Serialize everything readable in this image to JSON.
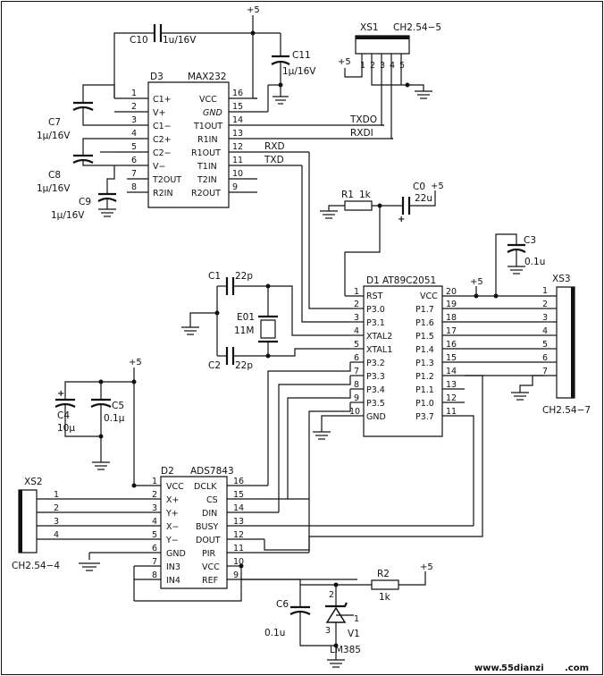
{
  "supply_label": "+5",
  "watermark": {
    "prefix": "www.",
    "brand": "55dianzi",
    "suffix": ".com"
  },
  "components": {
    "D3": {
      "ref": "D3",
      "part": "MAX232",
      "left_pins": [
        {
          "num": "1",
          "name": "C1+"
        },
        {
          "num": "2",
          "name": "V+"
        },
        {
          "num": "3",
          "name": "C1−"
        },
        {
          "num": "4",
          "name": "C2+"
        },
        {
          "num": "5",
          "name": "C2−"
        },
        {
          "num": "6",
          "name": "V−"
        },
        {
          "num": "7",
          "name": "T2OUT"
        },
        {
          "num": "8",
          "name": "R2IN"
        }
      ],
      "right_pins": [
        {
          "num": "16",
          "name": "VCC"
        },
        {
          "num": "15",
          "name": "GND"
        },
        {
          "num": "14",
          "name": "T1OUT"
        },
        {
          "num": "13",
          "name": "R1IN"
        },
        {
          "num": "12",
          "name": "R1OUT"
        },
        {
          "num": "11",
          "name": "T1IN"
        },
        {
          "num": "10",
          "name": "T2IN"
        },
        {
          "num": "9",
          "name": "R2OUT"
        }
      ]
    },
    "D1": {
      "ref": "D1",
      "part": "AT89C2051",
      "left_pins": [
        {
          "num": "1",
          "name": "RST"
        },
        {
          "num": "2",
          "name": "P3.0"
        },
        {
          "num": "3",
          "name": "P3.1"
        },
        {
          "num": "4",
          "name": "XTAL2"
        },
        {
          "num": "5",
          "name": "XTAL1"
        },
        {
          "num": "6",
          "name": "P3.2"
        },
        {
          "num": "7",
          "name": "P3.3"
        },
        {
          "num": "8",
          "name": "P3.4"
        },
        {
          "num": "9",
          "name": "P3.5"
        },
        {
          "num": "10",
          "name": "GND"
        }
      ],
      "right_pins": [
        {
          "num": "20",
          "name": "VCC"
        },
        {
          "num": "19",
          "name": "P1.7"
        },
        {
          "num": "18",
          "name": "P1.6"
        },
        {
          "num": "17",
          "name": "P1.5"
        },
        {
          "num": "16",
          "name": "P1.4"
        },
        {
          "num": "15",
          "name": "P1.3"
        },
        {
          "num": "14",
          "name": "P1.2"
        },
        {
          "num": "13",
          "name": "P1.1"
        },
        {
          "num": "12",
          "name": "P1.0"
        },
        {
          "num": "11",
          "name": "P3.7"
        }
      ]
    },
    "D2": {
      "ref": "D2",
      "part": "ADS7843",
      "left_pins": [
        {
          "num": "1",
          "name": "VCC"
        },
        {
          "num": "2",
          "name": "X+"
        },
        {
          "num": "3",
          "name": "Y+"
        },
        {
          "num": "4",
          "name": "X−"
        },
        {
          "num": "5",
          "name": "Y−"
        },
        {
          "num": "6",
          "name": "GND"
        },
        {
          "num": "7",
          "name": "IN3"
        },
        {
          "num": "8",
          "name": "IN4"
        }
      ],
      "right_pins": [
        {
          "num": "16",
          "name": "DCLK"
        },
        {
          "num": "15",
          "name": "CS"
        },
        {
          "num": "14",
          "name": "DIN"
        },
        {
          "num": "13",
          "name": "BUSY"
        },
        {
          "num": "12",
          "name": "DOUT"
        },
        {
          "num": "11",
          "name": "PIR"
        },
        {
          "num": "10",
          "name": "VCC"
        },
        {
          "num": "9",
          "name": "REF"
        }
      ]
    },
    "XS1": {
      "ref": "XS1",
      "part": "CH2.54−5",
      "pins": [
        "1",
        "2",
        "3",
        "4",
        "5"
      ]
    },
    "XS2": {
      "ref": "XS2",
      "part": "CH2.54−4",
      "pins": [
        "1",
        "2",
        "3",
        "4"
      ]
    },
    "XS3": {
      "ref": "XS3",
      "part": "CH2.54−7",
      "pins": [
        "1",
        "2",
        "3",
        "4",
        "5",
        "6",
        "7"
      ]
    },
    "C10": {
      "ref": "C10",
      "value": "1u/16V"
    },
    "C11": {
      "ref": "C11",
      "value": "1μ/16V"
    },
    "C7": {
      "ref": "C7",
      "value": "1μ/16V"
    },
    "C8": {
      "ref": "C8",
      "value": "1μ/16V"
    },
    "C9": {
      "ref": "C9",
      "value": "1μ/16V"
    },
    "R1": {
      "ref": "R1",
      "value": "1k"
    },
    "C0": {
      "ref": "C0",
      "value": "22u"
    },
    "C3": {
      "ref": "C3",
      "value": "0.1u"
    },
    "C1": {
      "ref": "C1",
      "value": "22p"
    },
    "C2": {
      "ref": "C2",
      "value": "22p"
    },
    "E01": {
      "ref": "E01",
      "value": "11M"
    },
    "C4": {
      "ref": "C4",
      "value": "10μ"
    },
    "C5": {
      "ref": "C5",
      "value": "0.1μ"
    },
    "C6": {
      "ref": "C6",
      "value": "0.1u"
    },
    "R2": {
      "ref": "R2",
      "value": "1k"
    },
    "V1": {
      "ref": "V1",
      "part": "LM385",
      "pins": [
        "2",
        "1",
        "3"
      ]
    }
  },
  "nets": {
    "txd0": "TXDO",
    "rxd1": "RXDI",
    "rxd": "RXD",
    "txd": "TXD"
  }
}
